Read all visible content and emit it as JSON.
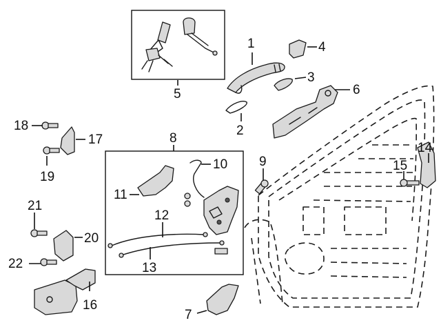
{
  "callouts": [
    "1",
    "2",
    "3",
    "4",
    "5",
    "6",
    "7",
    "8",
    "9",
    "10",
    "11",
    "12",
    "13",
    "14",
    "15",
    "16",
    "17",
    "18",
    "19",
    "20",
    "21",
    "22"
  ],
  "colors": {
    "line": "#1a1a1a",
    "part_fill": "#d9d9d9",
    "background": "#ffffff"
  }
}
